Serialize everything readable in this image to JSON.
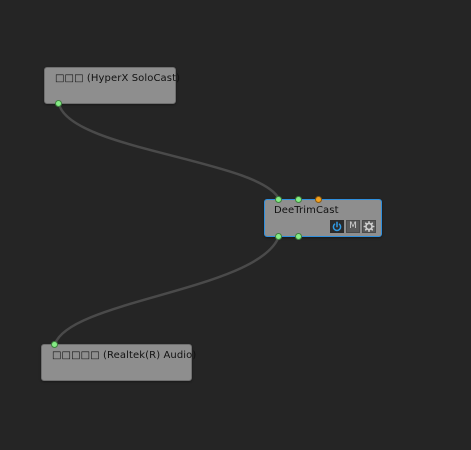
{
  "graph": {
    "nodes": [
      {
        "id": "input",
        "title": "□□□ (HyperX SoloCast)"
      },
      {
        "id": "filter",
        "title": "DeeTrimCast",
        "selected": true,
        "buttons": {
          "power_icon": "power-icon",
          "mute_label": "M",
          "settings_icon": "gear-icon"
        }
      },
      {
        "id": "output",
        "title": "□□□□□ (Realtek(R) Audio)"
      }
    ],
    "links": [
      {
        "from": "input.out",
        "to": "filter.in1"
      },
      {
        "from": "filter.out1",
        "to": "output.in"
      }
    ]
  },
  "colors": {
    "background": "#252525",
    "node": "#8e8e8e",
    "selection": "#2f8fdd",
    "audio_port": "#84ec84",
    "control_port": "#f0a020",
    "link": "#4a4a4a"
  }
}
